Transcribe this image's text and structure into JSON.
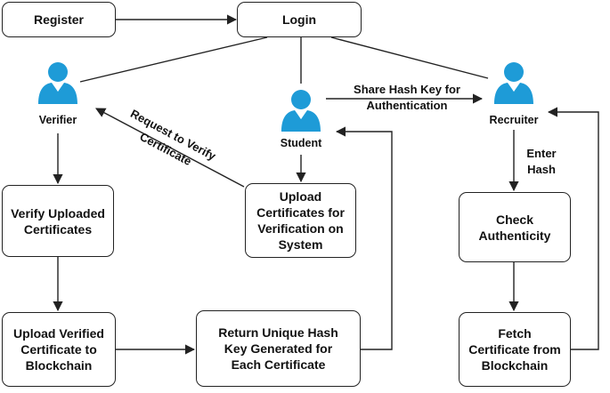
{
  "nodes": {
    "register": "Register",
    "login": "Login",
    "verify_uploaded": "Verify Uploaded\nCertificates",
    "upload_verified": "Upload Verified\nCertificate to\nBlockchain",
    "return_hash": "Return Unique Hash\nKey Generated for\nEach Certificate",
    "upload_certificates": "Upload\nCertificates for\nVerification on\nSystem",
    "check_authenticity": "Check\nAuthenticity",
    "fetch_certificate": "Fetch\nCertificate from\nBlockchain"
  },
  "actors": {
    "verifier": "Verifier",
    "student": "Student",
    "recruiter": "Recruiter"
  },
  "edge_labels": {
    "share_hash": "Share Hash Key for\nAuthentication",
    "enter_hash": "Enter\nHash",
    "request_verify": "Request to Verify\nCertificate"
  },
  "colors": {
    "actor": "#1e9bd7",
    "line": "#222222"
  }
}
